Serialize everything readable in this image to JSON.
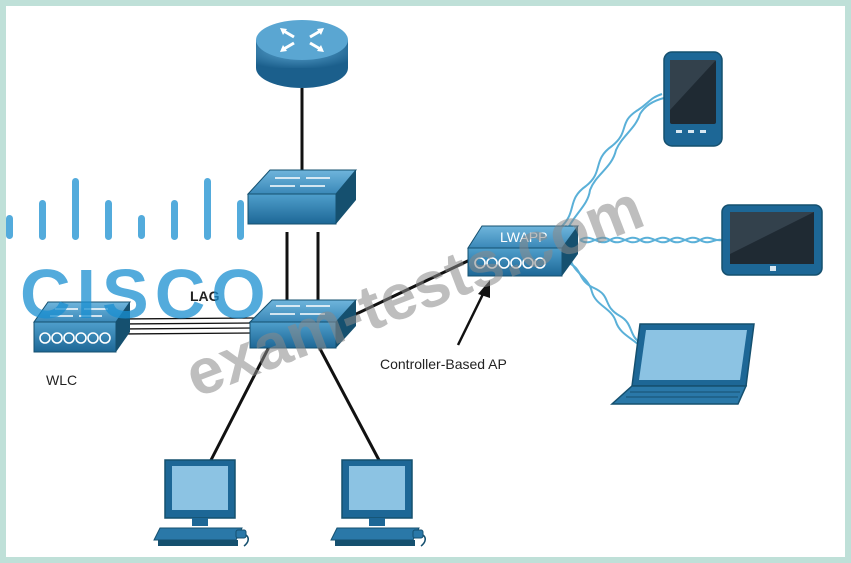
{
  "diagram": {
    "labels": {
      "lag": "LAG",
      "wlc": "WLC",
      "ap_badge": "LWAPP",
      "ap_caption": "Controller-Based AP"
    },
    "watermark": {
      "logo_text": "CISCO",
      "site_text": "exam-tests.com"
    },
    "colors": {
      "frame_border": "#bfe0d8",
      "device_blue": "#2a78a8",
      "device_dark": "#15506f",
      "screen_light": "#8cc3e3",
      "wireless_link": "#5ab0d8",
      "cable": "#111111",
      "watermark_grey": "#8a8a8a",
      "cisco_blue": "#1a8fd1"
    },
    "icons": [
      "router-icon",
      "switch-icon",
      "wlc-icon",
      "access-point-icon",
      "smartphone-icon",
      "tablet-icon",
      "laptop-icon",
      "desktop-pc-icon"
    ]
  }
}
